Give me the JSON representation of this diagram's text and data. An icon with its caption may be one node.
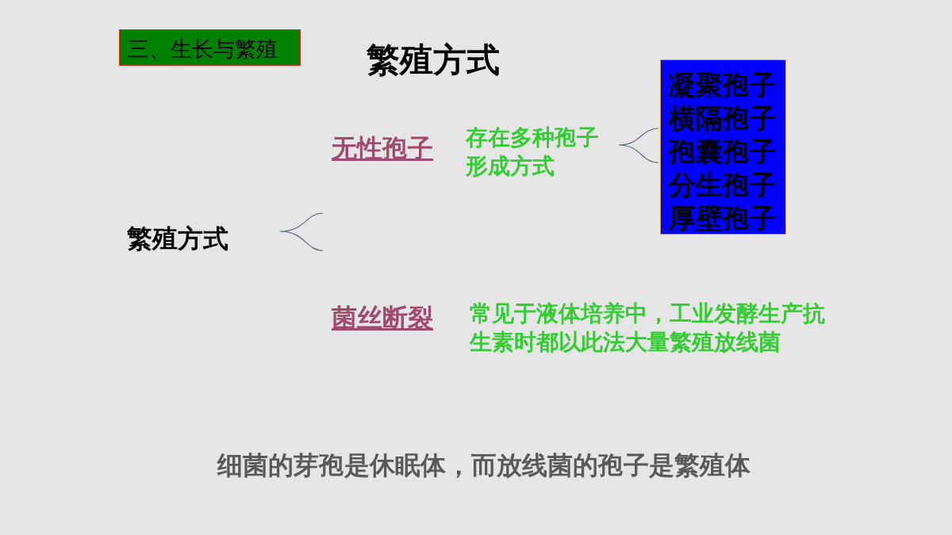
{
  "diagram": {
    "title": "繁殖方式",
    "caption": "细菌的芽孢是休眠体，而放线菌的孢子是繁殖体",
    "nodes": [
      {
        "text": [
          "三、生长与繁殖"
        ]
      },
      {
        "text": [
          "凝聚孢子",
          "横隔孢子",
          "孢囊孢子",
          "分生孢子",
          "厚壁孢子"
        ]
      }
    ],
    "labels": [
      "繁殖方式",
      "无性孢子",
      "存在多种孢子形成方式",
      "菌丝断裂",
      "常见于液体培养中，工业发酵生产抗生素时都以此法大量繁殖放线菌"
    ]
  }
}
